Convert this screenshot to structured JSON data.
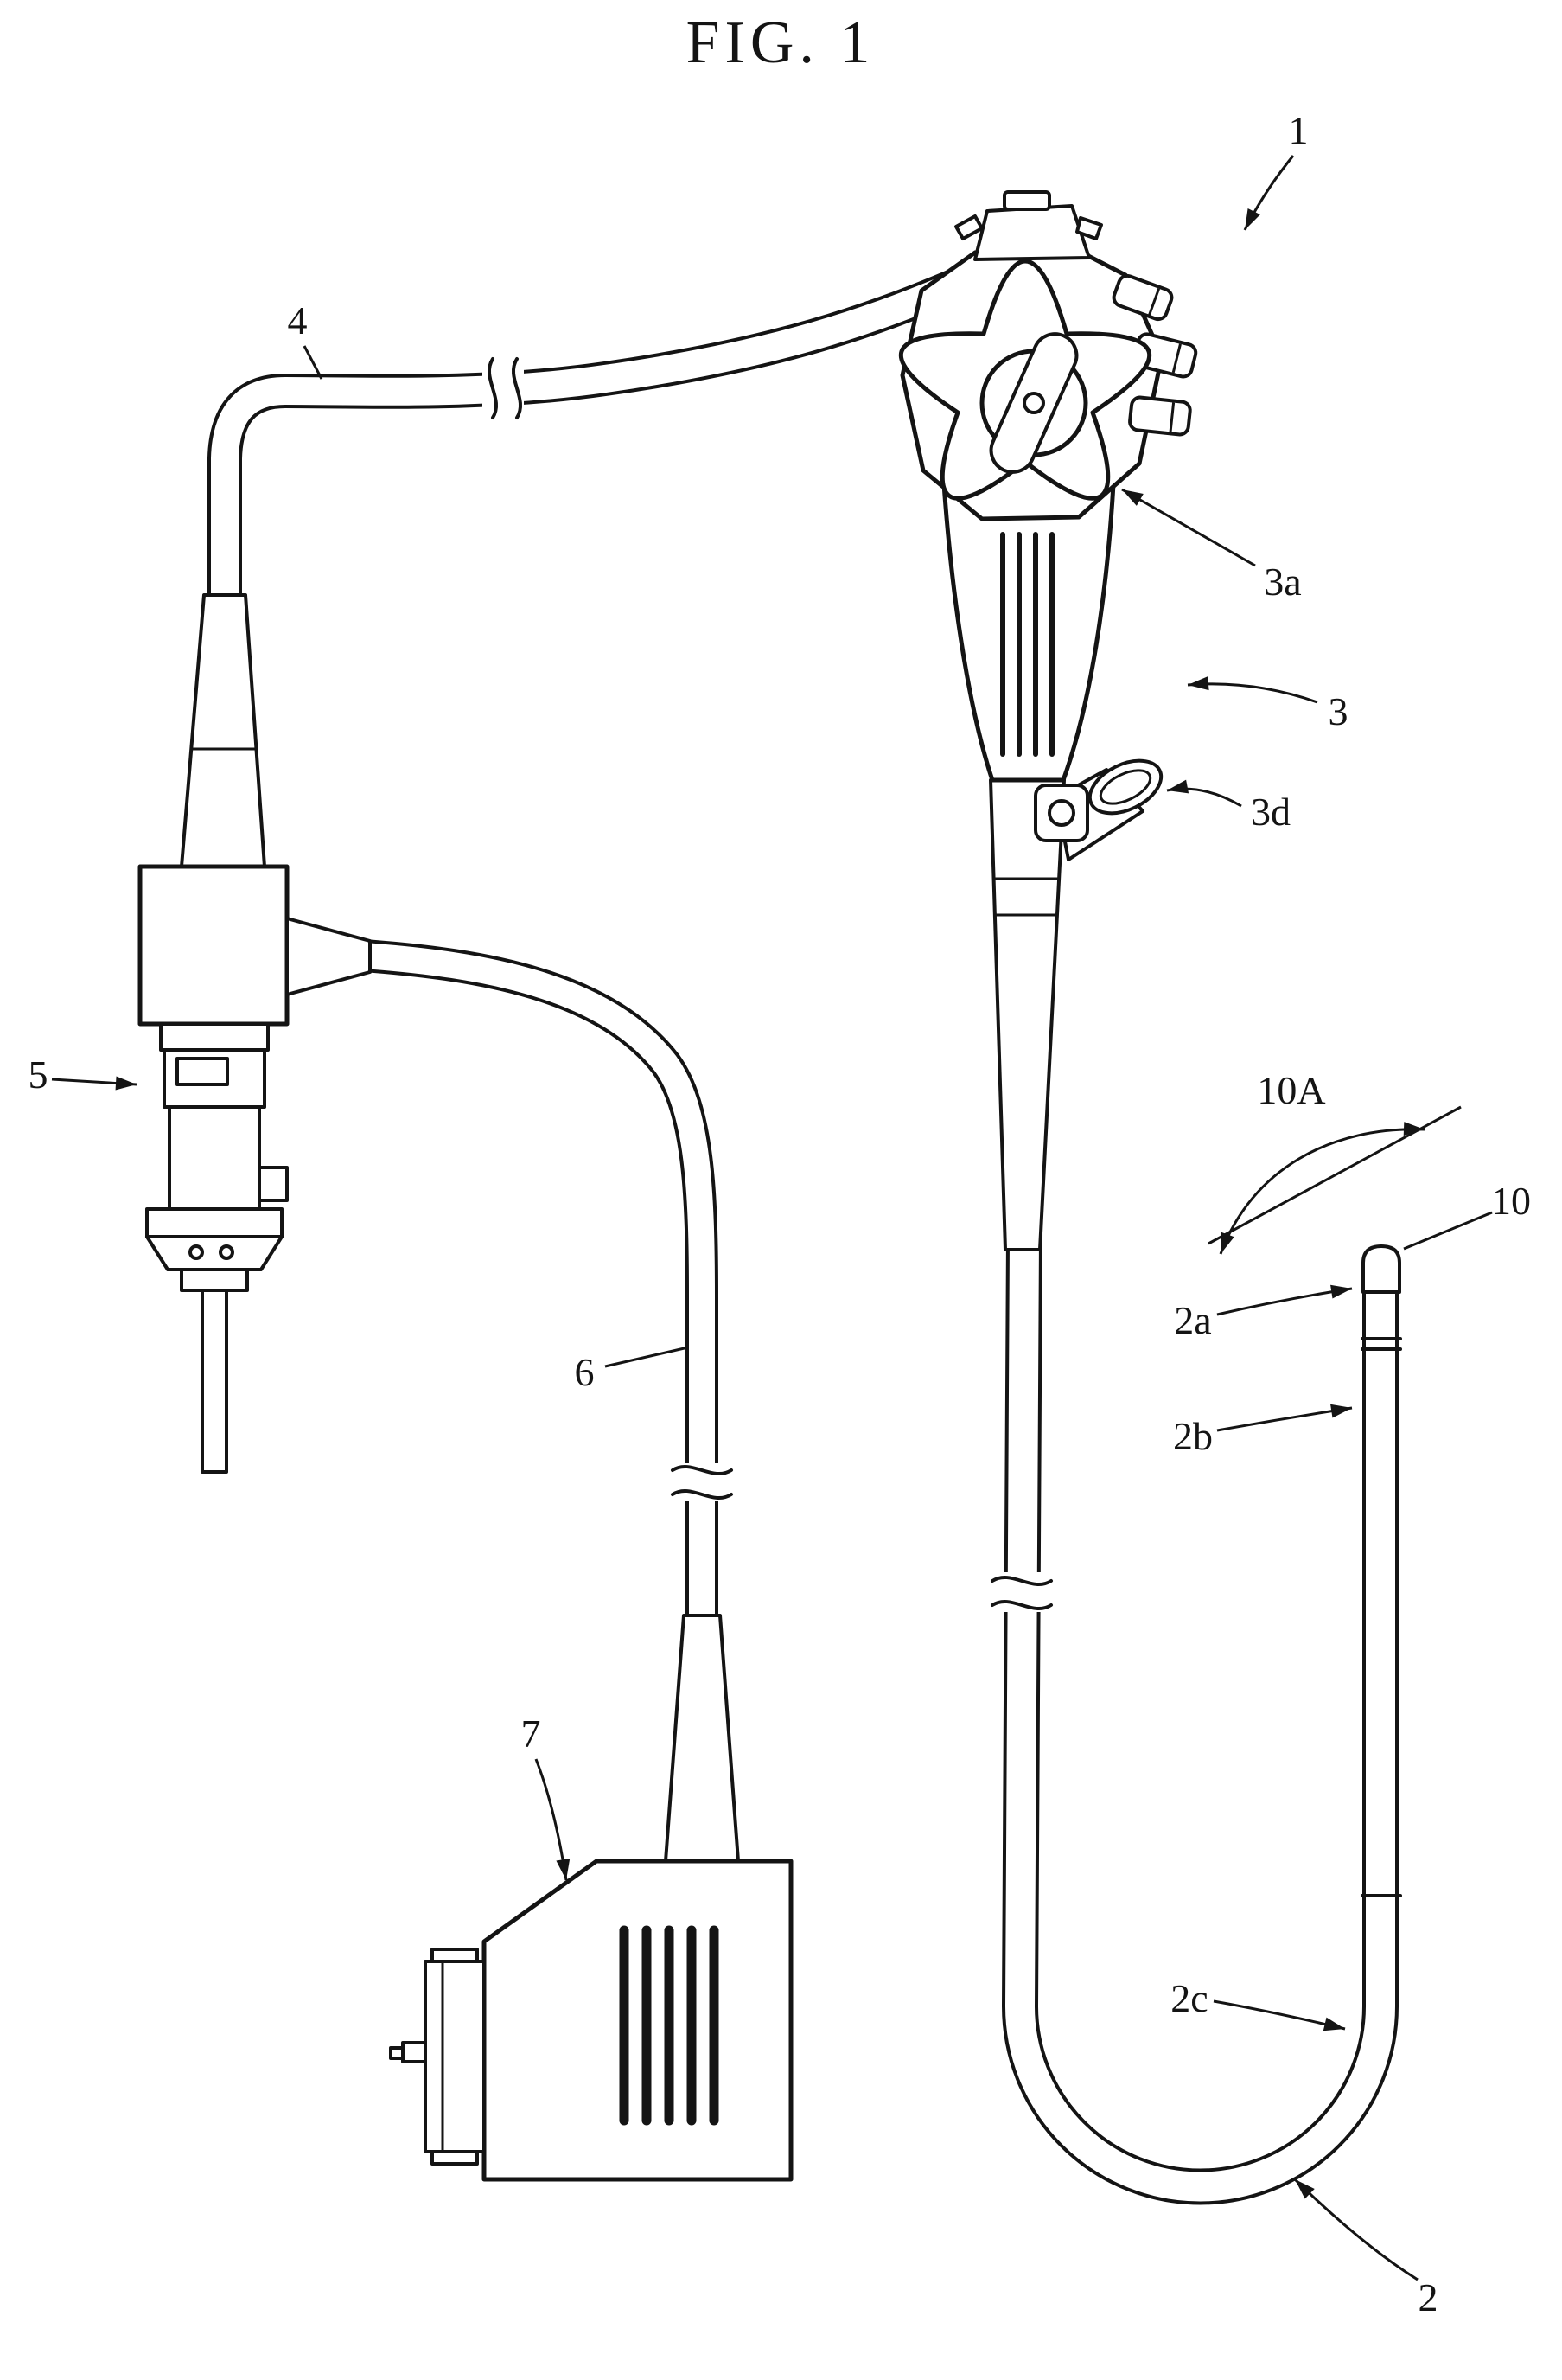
{
  "figure": {
    "title": "FIG. 1"
  },
  "colors": {
    "ink": "#141414",
    "background": "#ffffff"
  },
  "labels": {
    "endoscope": "1",
    "insertion_section": "2",
    "distal_segment": "2a",
    "bending_segment": "2b",
    "flexible_segment": "2c",
    "operation_section": "3",
    "angulation_knob": "3a",
    "treatment_port": "3d",
    "universal_cord": "4",
    "connector": "5",
    "video_cable": "6",
    "processor_unit": "7",
    "distal_end": "10",
    "bending_angle": "10A"
  }
}
